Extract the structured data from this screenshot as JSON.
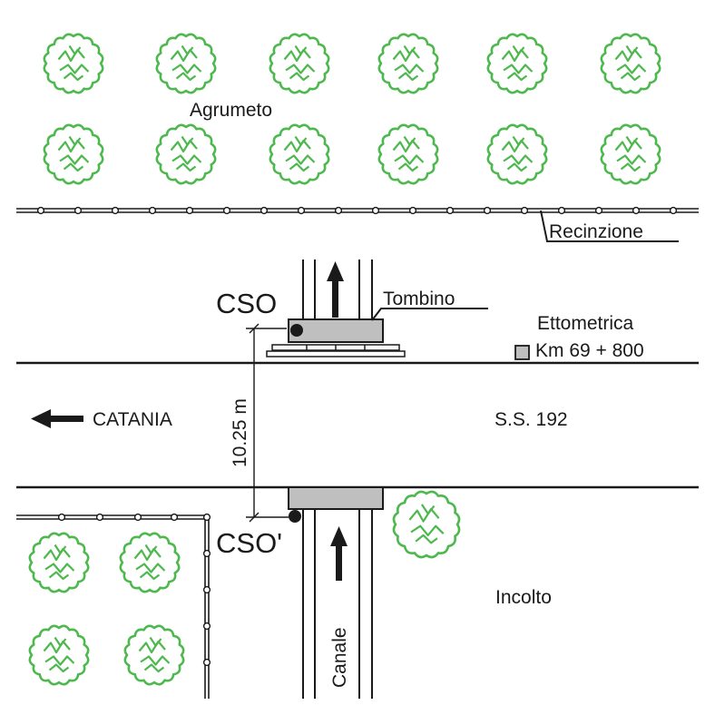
{
  "labels": {
    "agrumeto": "Agrumeto",
    "recinzione": "Recinzione",
    "tombino": "Tombino",
    "cso": "CSO",
    "cso_prime": "CSO'",
    "ettometrica": "Ettometrica",
    "km": "Km 69 + 800",
    "catania": "CATANIA",
    "road": "S.S. 192",
    "distance": "10.25 m",
    "incolto": "Incolto",
    "canale": "Canale"
  },
  "colors": {
    "tree": "#4db84d",
    "line": "#1a1a1a",
    "culvert": "#bfbfbf",
    "marker": "#bfbfbf"
  },
  "icons": {
    "tree": "tree-icon",
    "flow_arrow": "arrow-up-icon",
    "direction_arrow": "arrow-left-icon",
    "survey_point": "dot-icon"
  }
}
